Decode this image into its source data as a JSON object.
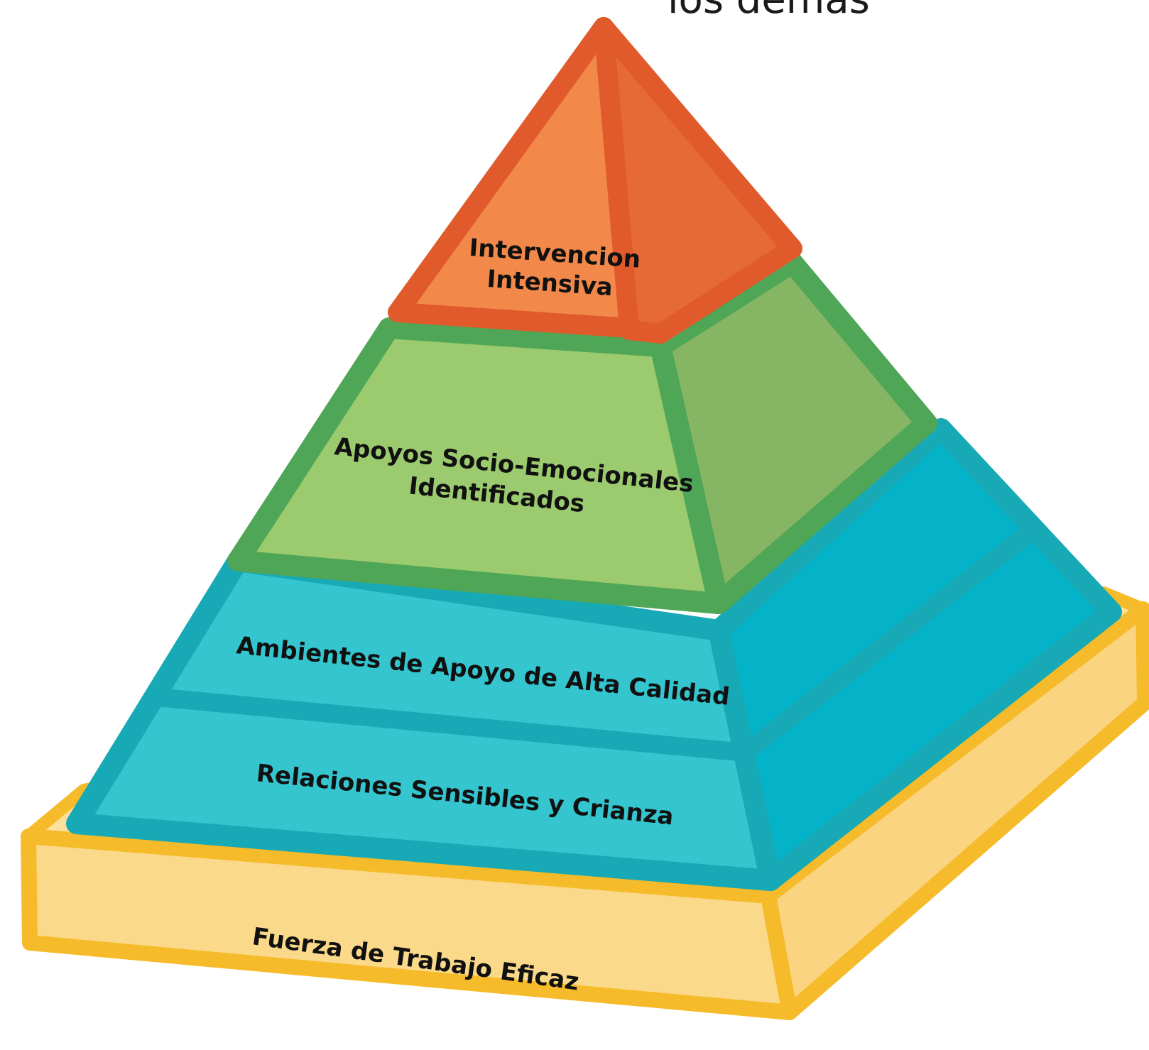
{
  "header": {
    "cut_title": "los demás"
  },
  "layers": [
    {
      "id": "top",
      "label_lines": [
        "Intervencion",
        "Intensiva"
      ],
      "color_front": "#f2894a",
      "color_side": "#e56a35",
      "color_border": "#e05a2b"
    },
    {
      "id": "second",
      "label_lines": [
        "Apoyos Socio-Emocionales",
        "Identificados"
      ],
      "color_front": "#9bcb6e",
      "color_side": "#86b564",
      "color_border": "#4fa657"
    },
    {
      "id": "third",
      "label_lines": [
        "Ambientes de Apoyo de Alta Calidad"
      ],
      "color_front": "#34c5cf",
      "color_side": "#05b3c9",
      "color_border": "#17a9b5"
    },
    {
      "id": "fourth",
      "label_lines": [
        "Relaciones Sensibles y Crianza"
      ],
      "color_front": "#34c5cf",
      "color_side": "#05b3c9",
      "color_border": "#17a9b5"
    },
    {
      "id": "base",
      "label_lines": [
        "Fuerza de Trabajo Eficaz"
      ],
      "color_front": "#fbd98a",
      "color_side": "#fbd98a",
      "color_border": "#f6bb2a"
    }
  ]
}
